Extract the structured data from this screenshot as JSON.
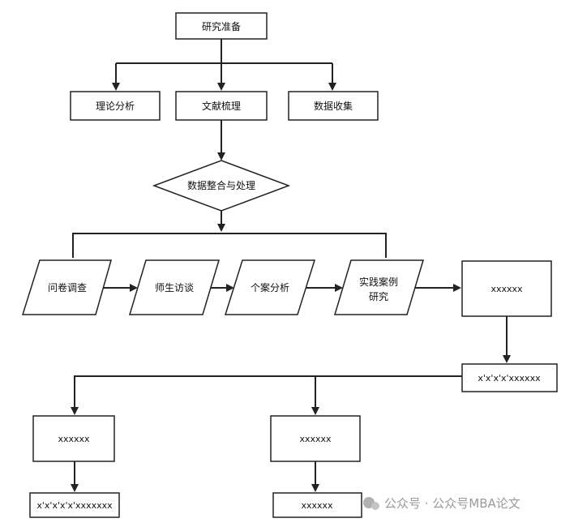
{
  "nodes": {
    "research_prep": "研究准备",
    "theory_analysis": "理论分析",
    "literature_review": "文献梳理",
    "data_collection": "数据收集",
    "data_integration": "数据整合与处理",
    "questionnaire": "问卷调查",
    "interviews": "师生访谈",
    "case_analysis": "个案分析",
    "practice_case_line1": "实践案例",
    "practice_case_line2": "研究",
    "box_x1": "xxxxxx",
    "box_x2": "x'x'x'x'xxxxxx",
    "box_x3": "xxxxxx",
    "box_x4": "xxxxxx",
    "box_x5": "x'x'x'x'x'xxxxxxx",
    "box_x6": "xxxxxx"
  },
  "watermark": {
    "icon": "wechat-icon",
    "text": "公众号 · 公众号MBA论文"
  }
}
